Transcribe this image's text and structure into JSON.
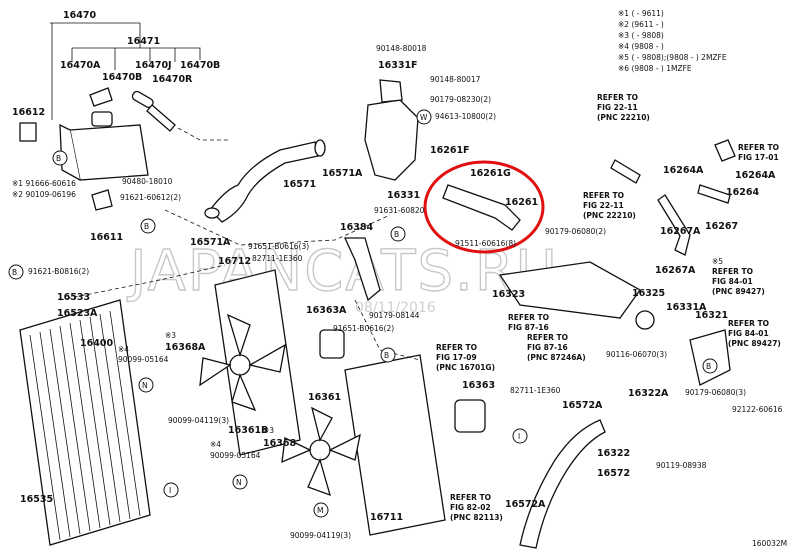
{
  "diagram_code": "160032M",
  "watermark": "JAPANCATS.RU",
  "watermark_sub": "08/11/2016",
  "legend": [
    "※1 (     - 9611)",
    "※2 (9611 -      )",
    "※3 (     - 9808)",
    "※4 (9808 -      )",
    "※5 (     - 9808);(9808 -      ) 2MZFE",
    "※6 (9808 -      ) 1MZFE"
  ],
  "labels": {
    "p16470": "16470",
    "p16471": "16471",
    "p16470A": "16470A",
    "p16470B1": "16470B",
    "p16470J": "16470J",
    "p16470R": "16470R",
    "p16470B2": "16470B",
    "p16612": "16612",
    "b91666": "※1 91666-60616",
    "b90109": "※2 90109-06196",
    "p16611": "16611",
    "b90480": "90480-18010",
    "b91621a": "91621-60612(2)",
    "p16571A1": "16571A",
    "p16571": "16571",
    "p16571A2": "16571A",
    "b90148a": "90148-80018",
    "p16331F": "16331F",
    "b90148b": "90148-80017",
    "b90179a": "90179-08230(2)",
    "b94613": "94613-10800(2)",
    "p16261F": "16261F",
    "p16261G": "16261G",
    "p16261": "16261",
    "p16331": "16331",
    "b91631": "91631-60820",
    "b91511": "91511-60616(8)",
    "b90179b": "90179-06080(2)",
    "p16384": "16384",
    "b91651a": "91651-B0616(3)",
    "b82711a": "82711-1E360",
    "p16712": "16712",
    "b91621b": "91621-B0816(2)",
    "p16533": "16533",
    "p16523A": "16523A",
    "p16400": "16400",
    "n4a": "※4",
    "b90099a": "90099-05164",
    "n3a": "※3",
    "p16368A": "16368A",
    "b90099b": "90099-04119(3)",
    "p16363A": "16363A",
    "b90179c": "90179-08144",
    "b91651b": "91651-B0616(2)",
    "p16361": "16361",
    "p16361B": "16361B",
    "n3b": "※3",
    "n4b": "※4",
    "b90099c": "90099-05164",
    "p16368": "16368",
    "p16535": "16535",
    "b90099d": "90099-04119(3)",
    "p16363": "16363",
    "b82711b": "82711-1E360",
    "p16711": "16711",
    "p16323": "16323",
    "p16325": "16325",
    "p16331A": "16331A",
    "p16321": "16321",
    "p16322A": "16322A",
    "p16572A1": "16572A",
    "p16322": "16322",
    "p16572": "16572",
    "p16572A2": "16572A",
    "b90116": "90116-06070(3)",
    "b90179d": "90179-06080(3)",
    "b92122": "92122-60616",
    "b90119": "90119-08938",
    "p16264A1": "16264A",
    "p16264A2": "16264A",
    "p16264": "16264",
    "p16267A1": "16267A",
    "p16267": "16267",
    "p16267A2": "16267A",
    "n5": "※5"
  },
  "refs": {
    "r1": [
      "REFER TO",
      "FIG 22-11",
      "(PNC 22210)"
    ],
    "r2": [
      "REFER TO",
      "FIG 17-01"
    ],
    "r3": [
      "REFER TO",
      "FIG 22-11",
      "(PNC 22210)"
    ],
    "r4": [
      "REFER TO",
      "FIG 84-01",
      "(PNC 89427)"
    ],
    "r5": [
      "REFER TO",
      "FIG 84-01",
      "(PNC 89427)"
    ],
    "r6": [
      "REFER TO",
      "FIG 87-16"
    ],
    "r7": [
      "REFER TO",
      "FIG 87-16",
      "(PNC 87246A)"
    ],
    "r8": [
      "REFER TO",
      "FIG 17-09",
      "(PNC 16701G)"
    ],
    "r9": [
      "REFER TO",
      "FIG 82-02",
      "(PNC 82113)"
    ]
  },
  "circles": {
    "c1": "B",
    "c2": "B",
    "c3": "B",
    "c4": "B",
    "c5": "B",
    "c6": "B",
    "c7": "N",
    "c8": "N",
    "c9": "W",
    "c10": "M",
    "c11": "I",
    "c12": "I"
  },
  "highlight_color": "#e01010"
}
